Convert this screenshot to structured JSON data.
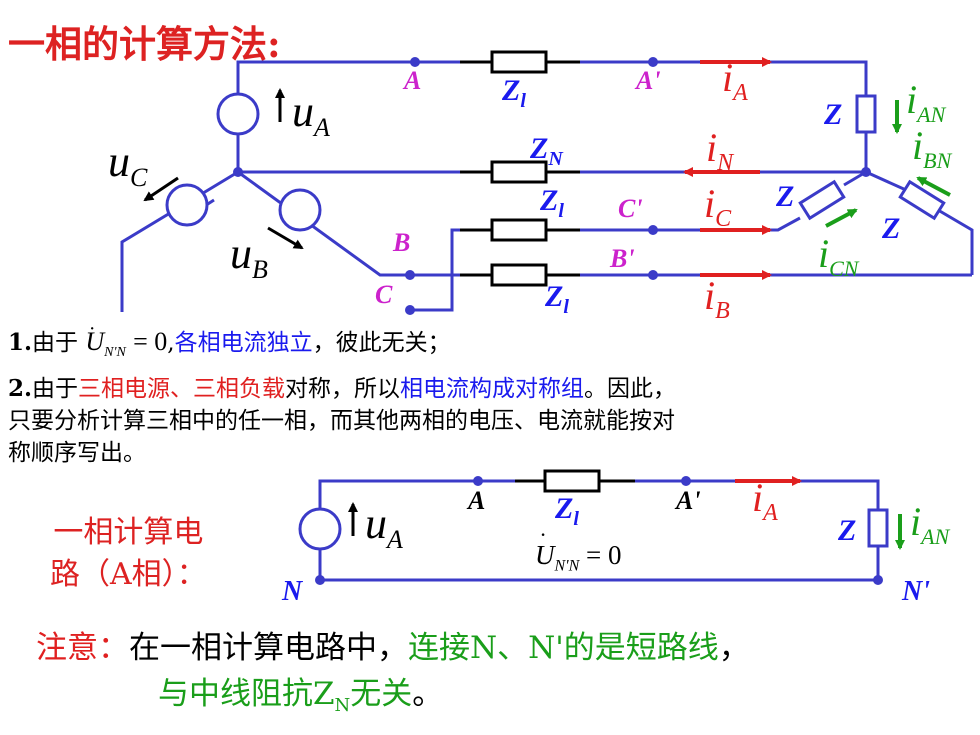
{
  "title": "一相的计算方法:",
  "colors": {
    "wire": "#3b3bc8",
    "red": "#e02020",
    "green": "#1a9e1a",
    "blue": "#1a1aee",
    "magenta": "#cc22cc"
  },
  "circuit1": {
    "node_A": "A",
    "node_A_prime": "A'",
    "node_B": "B",
    "node_B_prime": "B'",
    "node_C": "C",
    "node_C_prime": "C'",
    "u_A": "u",
    "u_A_sub": "A",
    "u_B": "u",
    "u_B_sub": "B",
    "u_C": "u",
    "u_C_sub": "C",
    "Z_l": "Z",
    "Z_l_sub": "l",
    "Z_N": "Z",
    "Z_N_sub": "N",
    "Z": "Z",
    "i_A": "i",
    "i_A_sub": "A",
    "i_N": "i",
    "i_N_sub": "N",
    "i_C": "i",
    "i_C_sub": "C",
    "i_B": "i",
    "i_B_sub": "B",
    "i_AN": "i",
    "i_AN_sub": "AN",
    "i_BN": "i",
    "i_BN_sub": "BN",
    "i_CN": "i",
    "i_CN_sub": "CN"
  },
  "point1": {
    "num": "1.",
    "pre": "由于",
    "eq_U": "U",
    "eq_sub": "N'N",
    "eq_rhs": "= 0",
    "mid": ",",
    "blue": "各相电流独立",
    "post": "，彼此无关；"
  },
  "point2": {
    "num": "2.",
    "pre": "由于",
    "red": "三相电源、三相负载",
    "mid": "对称，所以",
    "blue": "相电流构成对称组",
    "post": "。因此，",
    "line2": "只要分析计算三相中的任一相，而其他两相的电压、电流就能按对",
    "line3": "称顺序写出。"
  },
  "circuit2": {
    "label_line1": "一相计算电",
    "label_line2": "路（A相）：",
    "node_A": "A",
    "node_A_prime": "A'",
    "node_N": "N",
    "node_N_prime": "N'",
    "u_A": "u",
    "u_A_sub": "A",
    "Z_l": "Z",
    "Z_l_sub": "l",
    "Z": "Z",
    "i_A": "i",
    "i_A_sub": "A",
    "i_AN": "i",
    "i_AN_sub": "AN",
    "eq_U": "U",
    "eq_sub": "N'N",
    "eq_rhs": "= 0"
  },
  "note": {
    "label": "注意：",
    "text1": "在一相计算电路中，",
    "green1": "连接N、N'的是短路线",
    "text2": "，",
    "green2_pre": "与中线阻抗Z",
    "green2_sub": "N",
    "green2_post": "无关",
    "end": "。"
  }
}
